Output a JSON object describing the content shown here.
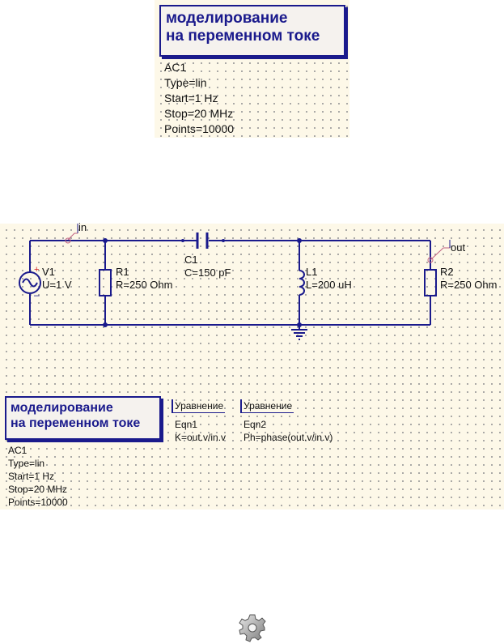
{
  "sim_top": {
    "title_lines": [
      "моделирование",
      "на переменном токе"
    ],
    "lines": [
      "AC1",
      "Type=lin",
      "Start=1 Hz",
      "Stop=20 MHz",
      "Points=10000"
    ]
  },
  "schematic": {
    "nodes": {
      "in": "in",
      "out": "out"
    },
    "V1": {
      "name": "V1",
      "value": "U=1 V"
    },
    "R1": {
      "name": "R1",
      "value": "R=250 Ohm"
    },
    "C1": {
      "name": "C1",
      "value": "C=150 pF"
    },
    "L1": {
      "name": "L1",
      "value": "L=200 uH"
    },
    "R2": {
      "name": "R2",
      "value": "R=250 Ohm"
    },
    "sim": {
      "title_lines": [
        "моделирование",
        "на переменном токе"
      ],
      "lines": [
        "AC1",
        "Type=lin",
        "Start=1 Hz",
        "Stop=20 MHz",
        "Points=10000"
      ]
    },
    "eqn1": {
      "header": "Уравнение",
      "lines": [
        "Eqn1",
        "K=out.v/in.v"
      ]
    },
    "eqn2": {
      "header": "Уравнение",
      "lines": [
        "Eqn2",
        "Ph=phase(out.v/in.v)"
      ]
    }
  },
  "toolbar": {
    "icon": "gear-icon"
  },
  "colors": {
    "wire": "#1a1a8c",
    "grid_bg": "#fdf8e8",
    "source_plus": "#d02020"
  }
}
